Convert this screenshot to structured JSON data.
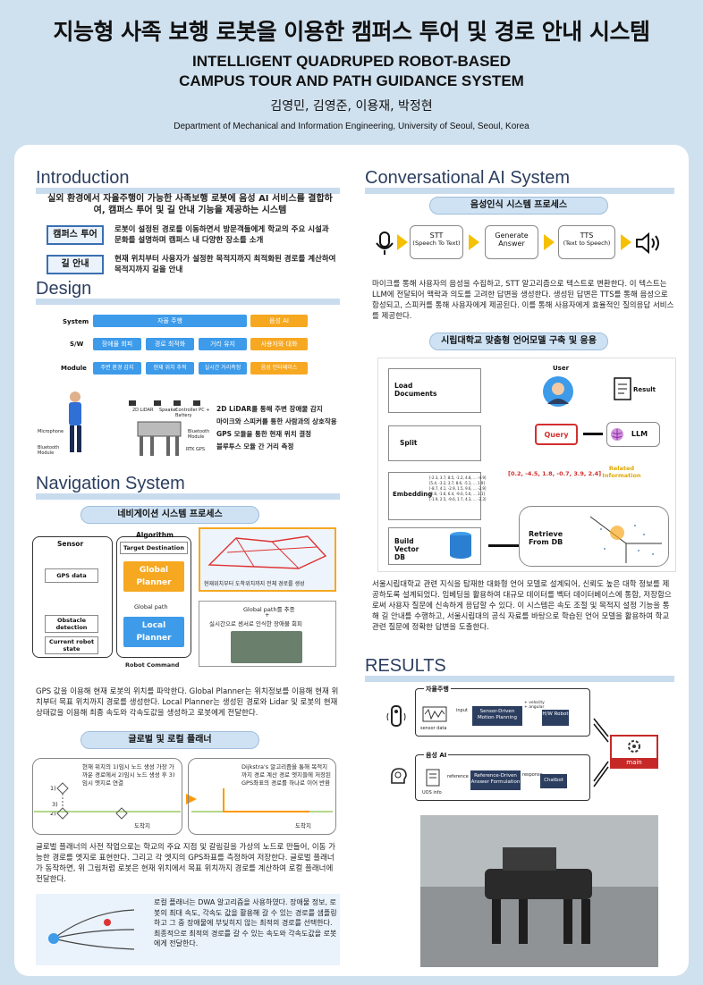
{
  "header": {
    "title_ko": "지능형 사족 보행 로봇을 이용한 캠퍼스 투어 및 경로 안내 시스템",
    "title_en_1": "INTELLIGENT QUADRUPED ROBOT-BASED",
    "title_en_2": "CAMPUS TOUR AND PATH GUIDANCE SYSTEM",
    "authors": "김영민, 김영준, 이용재, 박정현",
    "dept": "Department of Mechanical and Information Engineering, University of Seoul, Seoul, Korea"
  },
  "intro": {
    "heading": "Introduction",
    "lead": "실외 환경에서 자율주행이 가능한 사족보행 로봇에 음성 AI 서비스를 결합하여, 캠퍼스 투어 및 길 안내 기능을 제공하는 시스템",
    "tag1": "캠퍼스 투어",
    "desc1": "로봇이 설정된 경로를 이동하면서 방문객들에게 학교의 주요 시설과 문화를 설명하며 캠퍼스 내 다양한 장소를 소개",
    "tag2": "길 안내",
    "desc2": "현재 위치부터 사용자가 설정한 목적지까지 최적화된 경로를 계산하여 목적지까지 길을 안내"
  },
  "design": {
    "heading": "Design",
    "rows": [
      "System",
      "S/W",
      "Module"
    ],
    "system": [
      "자율 주행",
      "음성 AI"
    ],
    "sw": [
      "장애물 회피",
      "경로 최적화",
      "거리 유지",
      "사용자와 대화"
    ],
    "module": [
      "주변 환경 감지",
      "현재 위치 추적",
      "실시간 거리측정",
      "음성 인터페이스"
    ],
    "hw": [
      "Microphone",
      "Bluetooth Module",
      "Speaker",
      "2D LiDAR",
      "Controller PC + Battery",
      "Bluetooth Module",
      "RTK GPS"
    ],
    "features": [
      "2D LiDAR를 통해 주변 장애물 감지",
      "마이크와 스피커를 통한 사람과의 상호작용",
      "GPS 모듈을 통한 현재 위치 결정",
      "블루투스 모듈 간 거리 측정"
    ]
  },
  "nav": {
    "heading": "Navigation System",
    "pill": "네비게이션 시스템 프로세스",
    "sensor": "Sensor",
    "algorithm": "Algorithm",
    "target": "Target Destination",
    "gps": "GPS data",
    "obstacle": "Obstacle detection",
    "current": "Current robot state",
    "global": "Global Planner",
    "global_path": "Global path",
    "local": "Local Planner",
    "robot_cmd": "Robot Command",
    "map_caption": "현재위치부터 도착위치까지 전체 경로를 생성",
    "lp_caption1": "Global path를 추종",
    "lp_caption2": "+",
    "lp_caption3": "실시간으로 센서로 인식한 장애물 회피",
    "body": "GPS 값을 이용해 현재 로봇의 위치를 파악한다. Global Planner는 위치정보를 이용해 현재 위치부터 목표 위치까지 경로를 생성한다. Local Planner는 생성된 경로와 Lidar 및 로봇의 현재 상태값을 이용해 최종 속도와 각속도값을 생성하고 로봇에게 전달한다.",
    "pill2": "글로벌 및 로컬 플래너",
    "step_a": "현재 위치의 1)임시 노드 생성 가장 가까운 경로에서 2)임시 노드 생성 후 3)임시 엣지로 연결",
    "step_b": "Dijkstra's 알고리즘을 통해 목적지까지 경로 계산 경로 엣지들에 저장된 GPS좌표의 경로를 하나로 이어 반환",
    "arrive": "도착지",
    "n1": "1)",
    "n2": "2)",
    "n3": "3)",
    "body2": "글로벌 플래너의 사전 작업으로는 학교의 주요 지점 및 갈림길을 가상의 노드로 만들어, 이동 가능한 경로를 엣지로 표현한다. 그리고 각 엣지의 GPS좌표를 측정하여 저장한다. 글로벌 플래너가 동작하면, 위 그림처럼 로봇은 현재 위치에서 목표 위치까지 경로를 계산하여 로컬 플래너에 전달한다.",
    "body3": "로컬 플래너는 DWA 알고리즘을 사용하였다. 장애물 정보, 로봇의 최대 속도, 각속도 값을 활용해 갈 수 있는 경로를 샘플링하고 그 중 장애물에 부딪히지 않는 최적의 경로를 선택한다. 최종적으로 최적의 경로를 갈 수 있는 속도와 각속도값을 로봇에게 전달한다."
  },
  "conv": {
    "heading": "Conversational AI System",
    "pill": "음성인식 시스템 프로세스",
    "stt": "STT",
    "stt_sub": "(Speech To Text)",
    "gen": "Generate",
    "gen_sub": "Answer",
    "tts": "TTS",
    "tts_sub": "(Text to Speech)",
    "body": "마이크를 통해 사용자의 음성을 수집하고, STT 알고리즘으로 텍스트로 변환한다. 이 텍스트는 LLM에 전달되어 맥락과 의도를 고려한 답변을 생성한다. 생성된 답변은 TTS를 통해 음성으로 합성되고, 스피커를 통해 사용자에게 제공된다. 이를 통해 사용자에게 효율적인 질의응답 서비스를 제공한다.",
    "pill2": "시립대학교 맞춤형 언어모델 구축 및 응용",
    "load": "Load Documents",
    "split": "Split",
    "embedding": "Embedding",
    "build": "Build Vector DB",
    "retrieve": "Retrieve From DB",
    "user": "User",
    "result": "Result",
    "query": "Query",
    "llm": "LLM",
    "vector": "[0.2, -4.5, 1.8, -0.7, 3.9, 2.4]",
    "related": "Related Information",
    "emb1": "[-2.3, 3.7, 8.5, -1.2, 4.8, ... -4.9]",
    "emb2": "[5.4, -3.2, 3.7, 8.6, -5.1, ... 1.9]",
    "emb3": "[-8.7, 4.1, -2.9, 1.5, 9.6, ... -2.9]",
    "emb4": "[2.8, -1.6, 6.4, -9.0, 5.6, ... 3.1]",
    "emb5": "[-1.9, 2.5, -9.6, 1.7, 4.3, ... -2.3]",
    "body2": "서울시립대학교 관련 지식을 탑재한 대화형 언어 모델로 설계되어, 신뢰도 높은 대학 정보를 제공하도록 설계되었다. 임베딩을 활용하여 대규모 데이터를 벡터 데이터베이스에 통합, 저장함으로써 사용자 질문에 신속하게 응답할 수 있다. 이 시스템은 속도 조절 및 목적지 설정 기능을 통해 길 안내를 수행하고, 서울시립대의 공식 자료를 바탕으로 학습된 언어 모델을 활용하여 학교 관련 질문에 정확한 답변을 도출한다."
  },
  "results": {
    "heading": "RESULTS",
    "g1": "자율주행",
    "g2": "음성 AI",
    "sensor_data": "sensor data",
    "input": "input",
    "motion": "Sensor-Driven Motion Planning",
    "velocity": "+ velocity + angular",
    "hw": "H/W Robot",
    "uos": "UOS info",
    "reference": "reference",
    "answer": "Reference-Driven Answer Formulation",
    "response": "response",
    "chatbot": "Chatbot",
    "main": "main"
  },
  "colors": {
    "blue": "#3d9be9",
    "orange": "#f6a821",
    "navy": "#2c3e60",
    "header_bg": "#cfe0ee"
  }
}
